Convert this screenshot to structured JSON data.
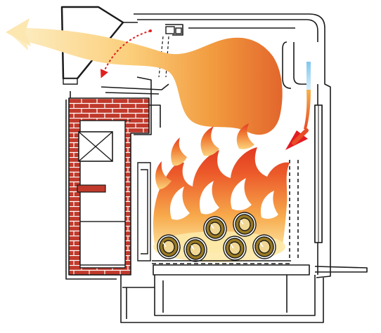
{
  "diagram": {
    "subject": "stove-combustion-cross-section",
    "colors": {
      "outline": "#1a1a1a",
      "steel_fill": "#ffffff",
      "brick": "#c0392b",
      "brick_mortar": "#ffffff",
      "flame_core": "#e63b24",
      "flame_mid": "#f4862a",
      "flame_light": "#fbd57a",
      "smoke_light": "#fde7b0",
      "smoke_orange": "#f6a743",
      "smoke_dark": "#e5722f",
      "log_bark": "#9a7a22",
      "log_core": "#f1d794",
      "air_intake": "#e31b23",
      "glass_strip": "#9fd3f0",
      "recirculation_arrow": "#e02020"
    },
    "logs": [
      {
        "id": "log-1"
      },
      {
        "id": "log-2"
      },
      {
        "id": "log-3"
      },
      {
        "id": "log-4"
      },
      {
        "id": "log-5"
      },
      {
        "id": "log-6"
      },
      {
        "id": "log-7"
      }
    ]
  }
}
